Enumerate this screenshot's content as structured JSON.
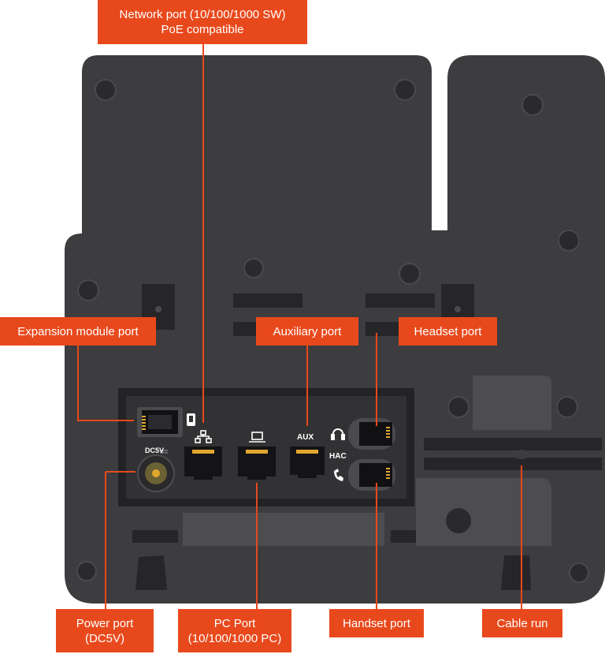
{
  "callouts": {
    "network_port": {
      "line1": "Network port (10/100/1000 SW)",
      "line2": "PoE compatible"
    },
    "expansion_port": {
      "line1": "Expansion module port"
    },
    "auxiliary_port": {
      "line1": "Auxiliary port"
    },
    "headset_port": {
      "line1": "Headset port"
    },
    "power_port": {
      "line1": "Power port",
      "line2": "(DC5V)"
    },
    "pc_port": {
      "line1": "PC Port",
      "line2": "(10/100/1000 PC)"
    },
    "handset_port": {
      "line1": "Handset port"
    },
    "cable_run": {
      "line1": "Cable run"
    }
  },
  "panel_labels": {
    "dc": "DC5V",
    "aux": "AUX",
    "hac": "HAC"
  },
  "colors": {
    "callout": "#e8491c",
    "body": "#3d3c3f",
    "panel": "#2f2e31",
    "port_pins": "#e0a82e"
  },
  "icons": [
    "expansion-module-icon",
    "network-icon",
    "pc-icon",
    "headset-icon",
    "handset-icon"
  ]
}
